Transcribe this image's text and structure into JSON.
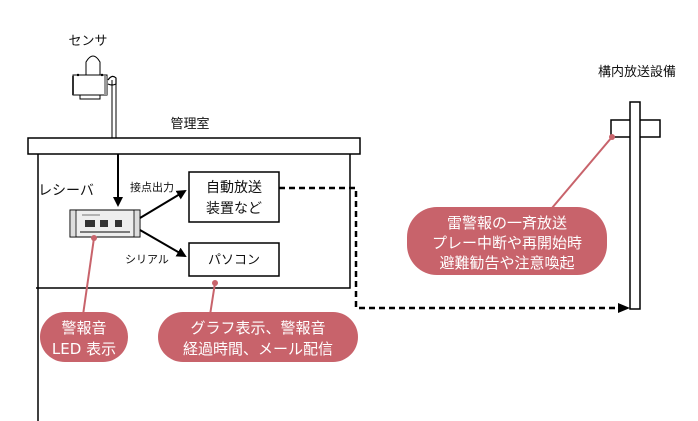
{
  "labels": {
    "sensor": "センサ",
    "control_room": "管理室",
    "receiver": "レシーバ",
    "contact_output": "接点出力",
    "serial": "シリアル",
    "building_pa": "構内放送設備"
  },
  "boxes": {
    "auto_broadcast": [
      "自動放送",
      "装置など"
    ],
    "pc": "パソコン"
  },
  "callouts": {
    "receiver": [
      "警報音",
      "LED 表示"
    ],
    "pc": [
      "グラフ表示、警報音",
      "経過時間、メール配信"
    ],
    "pa": [
      "雷警報の一斉放送",
      "プレー中断や再開始時",
      "避難勧告や注意喚起"
    ]
  },
  "colors": {
    "callout_fill": "#c8636b",
    "callout_line": "#c8636b",
    "line": "#000000"
  }
}
